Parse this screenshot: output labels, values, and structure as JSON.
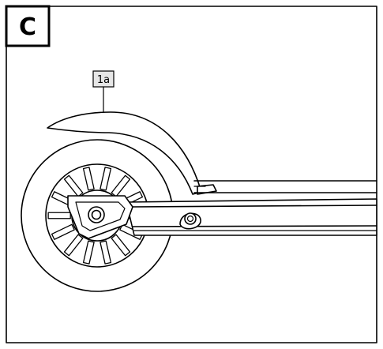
{
  "figure": {
    "label": "C"
  },
  "callouts": [
    {
      "id": "fender",
      "label": "1a"
    }
  ]
}
